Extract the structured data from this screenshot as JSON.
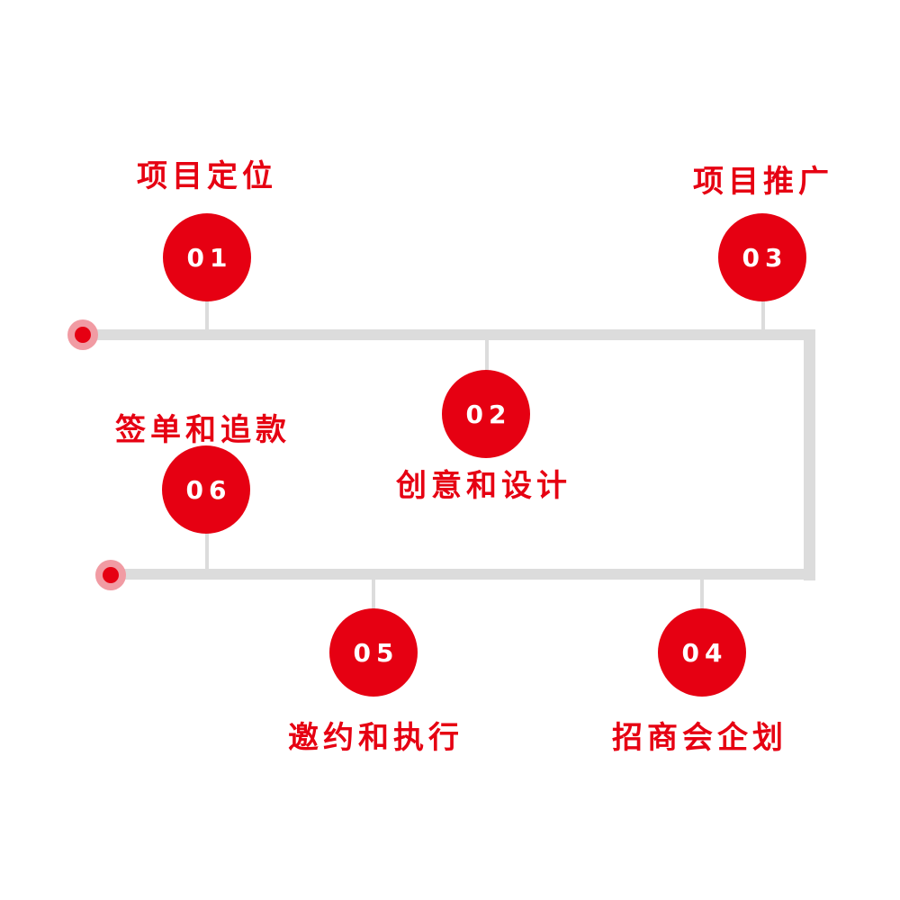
{
  "colors": {
    "accent": "#e60012",
    "track": "#dcdcdc",
    "dot_halo": "#f19ba3",
    "node_text": "#ffffff"
  },
  "steps": [
    {
      "number": "01",
      "label": "项目定位"
    },
    {
      "number": "02",
      "label": "创意和设计"
    },
    {
      "number": "03",
      "label": "项目推广"
    },
    {
      "number": "04",
      "label": "招商会企划"
    },
    {
      "number": "05",
      "label": "邀约和执行"
    },
    {
      "number": "06",
      "label": "签单和追款"
    }
  ]
}
